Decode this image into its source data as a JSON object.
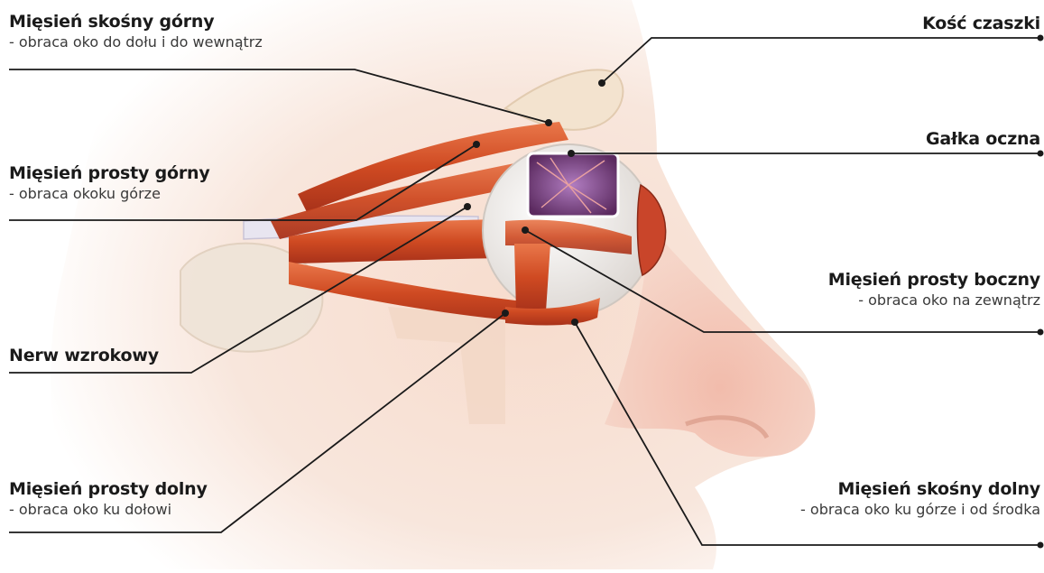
{
  "labels": {
    "superior_oblique": {
      "title": "Mięsień skośny górny",
      "desc": "- obraca oko do dołu i do wewnątrz"
    },
    "skull_bone": {
      "title": "Kość czaszki"
    },
    "eyeball": {
      "title": "Gałka oczna"
    },
    "superior_rectus": {
      "title": "Mięsień prosty górny",
      "desc": "- obraca okoku górze"
    },
    "lateral_rectus": {
      "title": "Mięsień prosty boczny",
      "desc": "- obraca oko na zewnątrz"
    },
    "optic_nerve": {
      "title": "Nerw wzrokowy"
    },
    "inferior_rectus": {
      "title": "Mięsień prosty dolny",
      "desc": "- obraca oko ku dołowi"
    },
    "inferior_oblique": {
      "title": "Mięsień skośny dolny",
      "desc": "- obraca oko ku górze i od środka"
    }
  },
  "colors": {
    "skin": "#f6ddd0",
    "muscle": "#d9542a",
    "muscle_dark": "#a8321a",
    "sclera": "#f4f1ee",
    "leader_line": "#1a1a1a"
  }
}
